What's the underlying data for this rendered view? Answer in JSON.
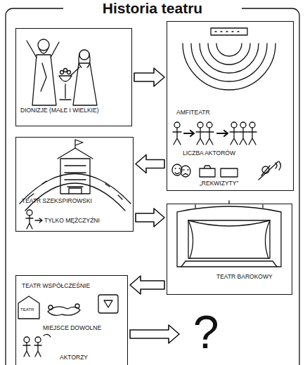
{
  "diagram": {
    "title": "Historia teatru",
    "nodes": [
      {
        "text": [
          "DIONIZJE (MAŁE I WIELKIE)"
        ]
      },
      {
        "text": [
          "AMFITEATR",
          "LICZBA AKTORÓW",
          "„REKWIZYTY”"
        ]
      },
      {
        "text": [
          "TEATR SZEKSPIROWSKI",
          "TYLKO MĘŻCZYŹNI"
        ]
      },
      {
        "text": [
          "TEATR BAROKOWY"
        ]
      },
      {
        "text": [
          "TEATR WSPÓŁCZEŚNIE",
          "MIEJSCE DOWOLNE",
          "AKTORZY"
        ]
      },
      {
        "text": [
          "?"
        ]
      }
    ],
    "edges": [
      {
        "from": 0,
        "to": 1,
        "arrow": "to"
      },
      {
        "from": 1,
        "to": 2,
        "arrow": "to"
      },
      {
        "from": 2,
        "to": 3,
        "arrow": "to"
      },
      {
        "from": 3,
        "to": 4,
        "arrow": "to"
      },
      {
        "from": 4,
        "to": 5,
        "arrow": "to"
      }
    ],
    "labels": [
      "TEATR"
    ]
  }
}
